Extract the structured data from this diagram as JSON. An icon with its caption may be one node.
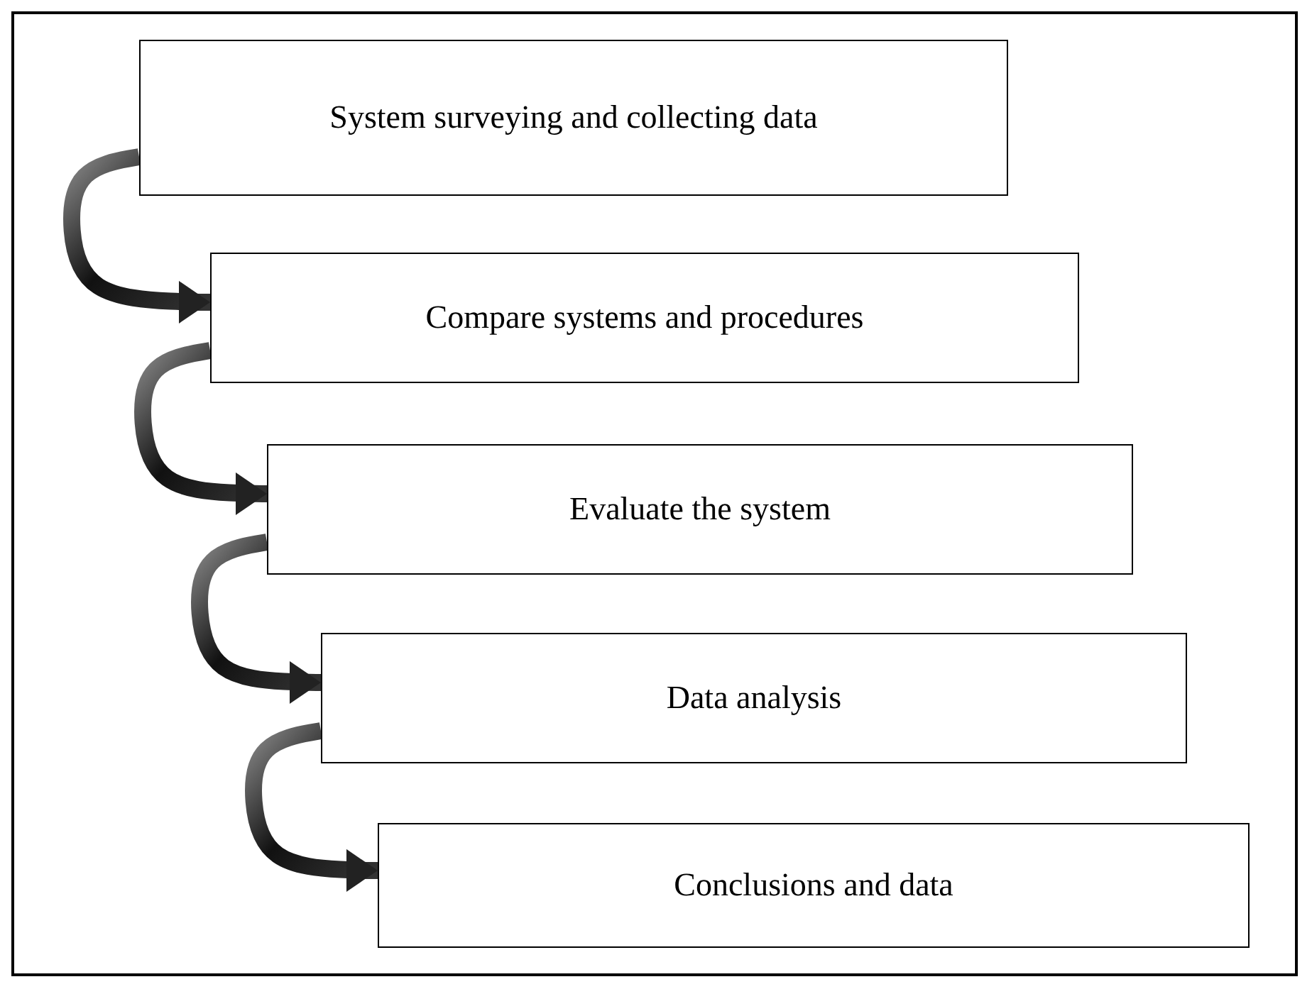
{
  "diagram": {
    "nodes": [
      {
        "text": [
          "System surveying and collecting data"
        ]
      },
      {
        "text": [
          "Compare systems and procedures"
        ]
      },
      {
        "text": [
          "Evaluate the system"
        ]
      },
      {
        "text": [
          "Data analysis"
        ]
      },
      {
        "text": [
          "Conclusions and data"
        ]
      }
    ],
    "edges": [
      {
        "from": 0,
        "to": 1,
        "arrow": "to"
      },
      {
        "from": 1,
        "to": 2,
        "arrow": "to"
      },
      {
        "from": 2,
        "to": 3,
        "arrow": "to"
      },
      {
        "from": 3,
        "to": 4,
        "arrow": "to"
      }
    ]
  }
}
